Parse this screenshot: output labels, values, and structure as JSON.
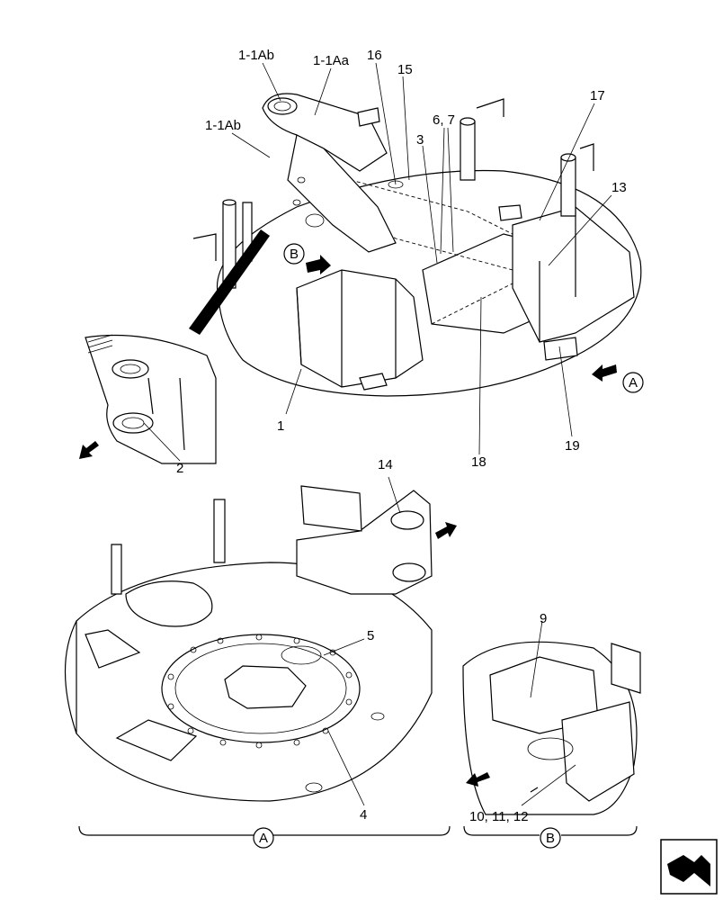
{
  "callouts": {
    "c_1_1ab_top": "1-1Ab",
    "c_1_1aa": "1-1Aa",
    "c_16": "16",
    "c_15": "15",
    "c_1_1ab_left": "1-1Ab",
    "c_6_7": "6, 7",
    "c_3": "3",
    "c_17": "17",
    "c_13": "13",
    "c_1": "1",
    "c_2": "2",
    "c_18": "18",
    "c_19": "19",
    "c_14": "14",
    "c_5": "5",
    "c_9": "9",
    "c_4": "4",
    "c_10_11_12": "10, 11, 12"
  },
  "view_markers": {
    "b_top": "B",
    "a_right": "A",
    "a_bottom": "A",
    "b_bottom": "B"
  },
  "icons": {
    "corner": "page-turn-arrow-icon",
    "view_arrow": "direction-arrow-icon"
  }
}
